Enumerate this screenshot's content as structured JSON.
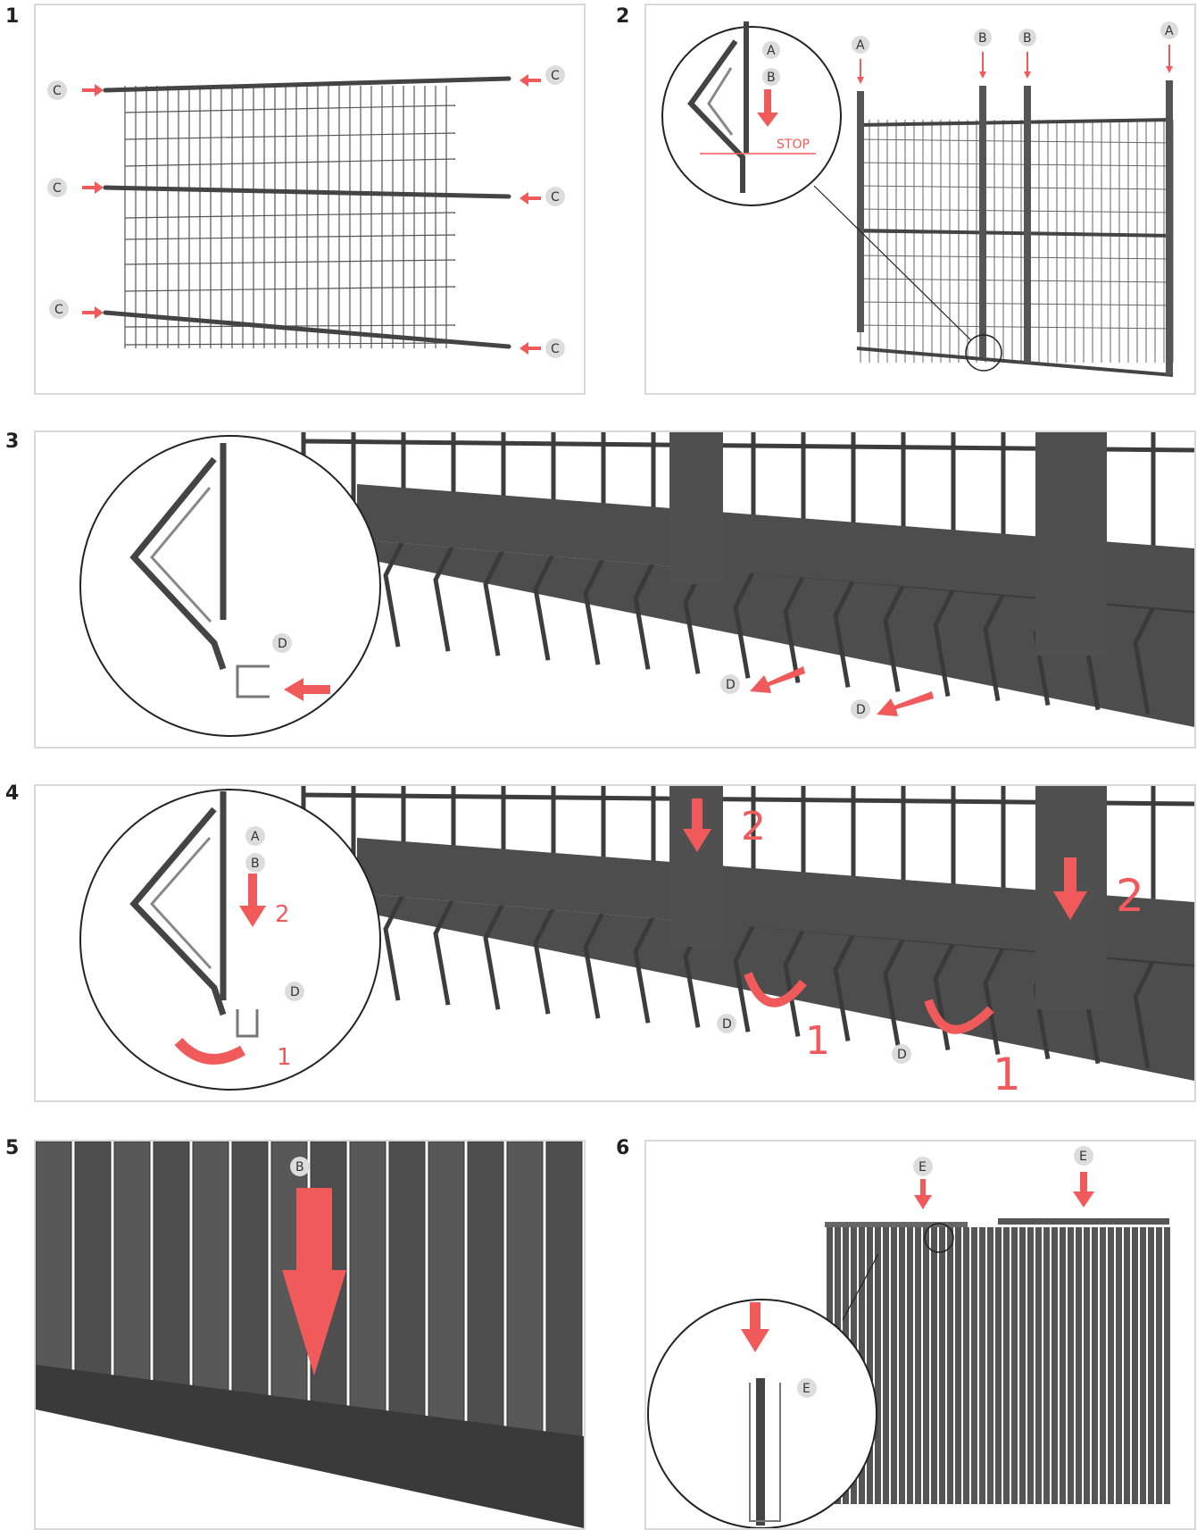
{
  "steps": [
    {
      "number": "1",
      "labels": [
        "C",
        "C",
        "C",
        "C",
        "C",
        "C"
      ]
    },
    {
      "number": "2",
      "labels": [
        "A",
        "B",
        "A",
        "B",
        "B",
        "A"
      ],
      "stop_text": "STOP"
    },
    {
      "number": "3",
      "labels": [
        "D",
        "D",
        "D"
      ]
    },
    {
      "number": "4",
      "labels": [
        "A",
        "B",
        "D",
        "D",
        "D"
      ],
      "numbers": [
        "2",
        "2",
        "2",
        "1",
        "1",
        "1"
      ]
    },
    {
      "number": "5",
      "labels": [
        "B"
      ]
    },
    {
      "number": "6",
      "labels": [
        "E",
        "E",
        "E"
      ]
    }
  ],
  "colors": {
    "accent": "#f05a5a",
    "metal": "#4a4a4a",
    "border": "#d9d9d9",
    "bubble": "#dcdcdc"
  }
}
